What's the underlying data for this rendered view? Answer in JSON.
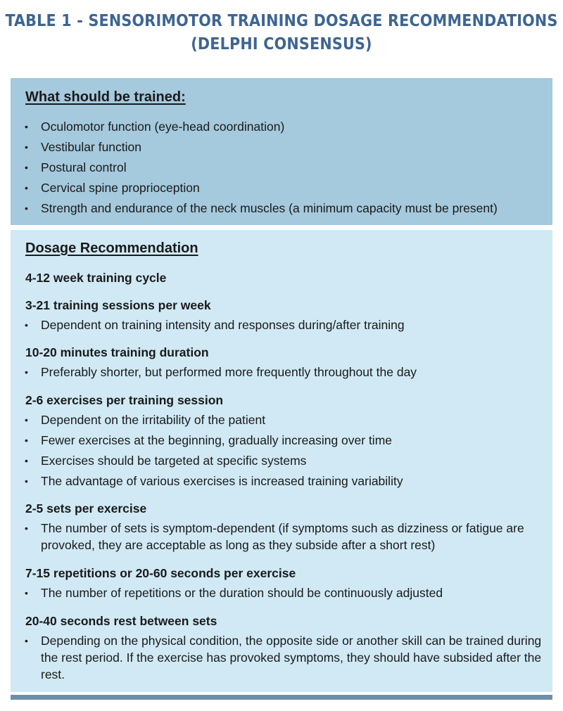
{
  "title": {
    "line1": "Table 1 - Sensorimotor Training Dosage Recommendations",
    "line2": "(Delphi Consensus)"
  },
  "section_train": {
    "heading": "What should be trained:",
    "items": [
      "Oculomotor function (eye-head coordination)",
      "Vestibular function",
      "Postural control",
      "Cervical spine proprioception",
      "Strength and endurance of the neck muscles (a minimum capacity must be present)"
    ]
  },
  "section_dosage": {
    "heading": "Dosage Recommendation",
    "groups": [
      {
        "title": "4-12 week training cycle",
        "items": []
      },
      {
        "title": "3-21 training sessions per week",
        "items": [
          "Dependent on training intensity and responses during/after training"
        ]
      },
      {
        "title": "10-20 minutes training duration",
        "items": [
          "Preferably shorter, but performed more frequently throughout the day"
        ]
      },
      {
        "title": "2-6 exercises per training session",
        "items": [
          "Dependent on the irritability of the patient",
          "Fewer exercises at the beginning, gradually increasing over time",
          "Exercises should be targeted at specific systems",
          "The advantage of various exercises is increased training variability"
        ]
      },
      {
        "title": "2-5 sets per exercise",
        "items": [
          "The number of sets is symptom-dependent (if symptoms such as dizziness or fatigue are provoked, they are acceptable as long as they subside after a short rest)"
        ]
      },
      {
        "title": "7-15 repetitions or 20-60 seconds per exercise",
        "items": [
          "The number of repetitions or the duration should be continuously adjusted"
        ]
      },
      {
        "title": "20-40 seconds rest between sets",
        "items": [
          "Depending on the physical condition, the opposite side or another skill can be trained during the rest period. If the exercise has provoked symptoms, they should have subsided after the rest."
        ]
      }
    ]
  },
  "colors": {
    "title_blue": "#3d6593",
    "section_train_bg": "#a5c9dd",
    "section_dosage_bg": "#d0e9f5",
    "bottom_bar": "#6e8fa8"
  }
}
